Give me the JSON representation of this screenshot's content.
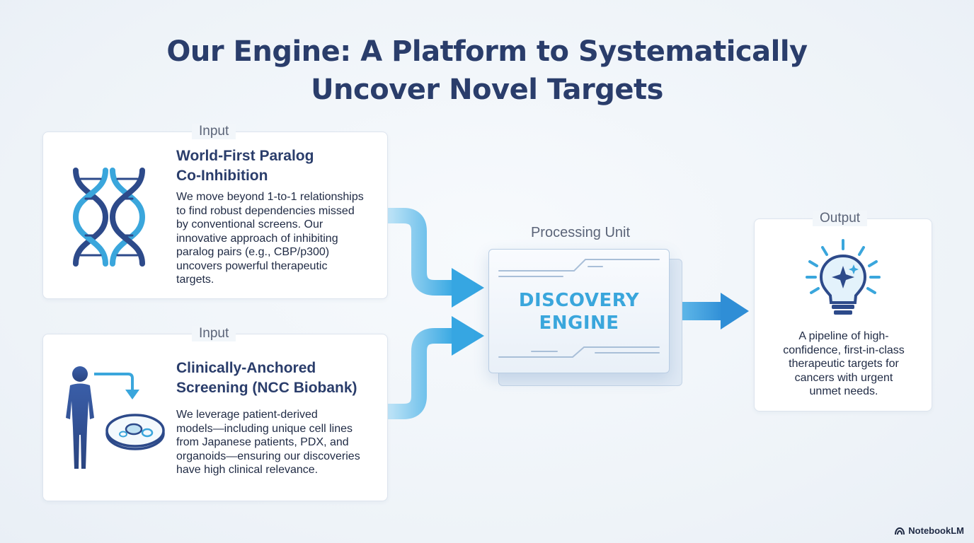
{
  "title": {
    "line1": "Our Engine: A Platform to Systematically",
    "line2": "Uncover Novel Targets"
  },
  "input_top": {
    "label": "Input",
    "heading_line1": "World-First Paralog",
    "heading_line2": "Co-Inhibition",
    "body": [
      "We move beyond 1-to-1 relationships",
      "to find robust dependencies missed",
      "by conventional screens. Our",
      "innovative approach of inhibiting",
      "paralog pairs (e.g., CBP/p300)",
      "uncovers powerful therapeutic",
      "targets."
    ],
    "icon": "dna-double-helix-icon"
  },
  "input_bottom": {
    "label": "Input",
    "heading_line1": "Clinically-Anchored",
    "heading_line2": "Screening (NCC Biobank)",
    "body": [
      "We leverage patient-derived",
      "models—including unique cell lines",
      "from Japanese patients, PDX, and",
      "organoids—ensuring our discoveries",
      "have high clinical relevance."
    ],
    "icon": "human-to-petri-dish-icon"
  },
  "processing": {
    "label": "Processing Unit",
    "engine_line1": "DISCOVERY",
    "engine_line2": "ENGINE"
  },
  "output": {
    "label": "Output",
    "body": [
      "A pipeline of high-",
      "confidence, first-in-class",
      "therapeutic targets for",
      "cancers with urgent",
      "unmet needs."
    ],
    "icon": "lightbulb-sparkle-icon"
  },
  "brand": {
    "name": "NotebookLM"
  },
  "colors": {
    "title": "#2a3d6b",
    "accent": "#3aa6dc",
    "navy": "#2d4a8a"
  }
}
